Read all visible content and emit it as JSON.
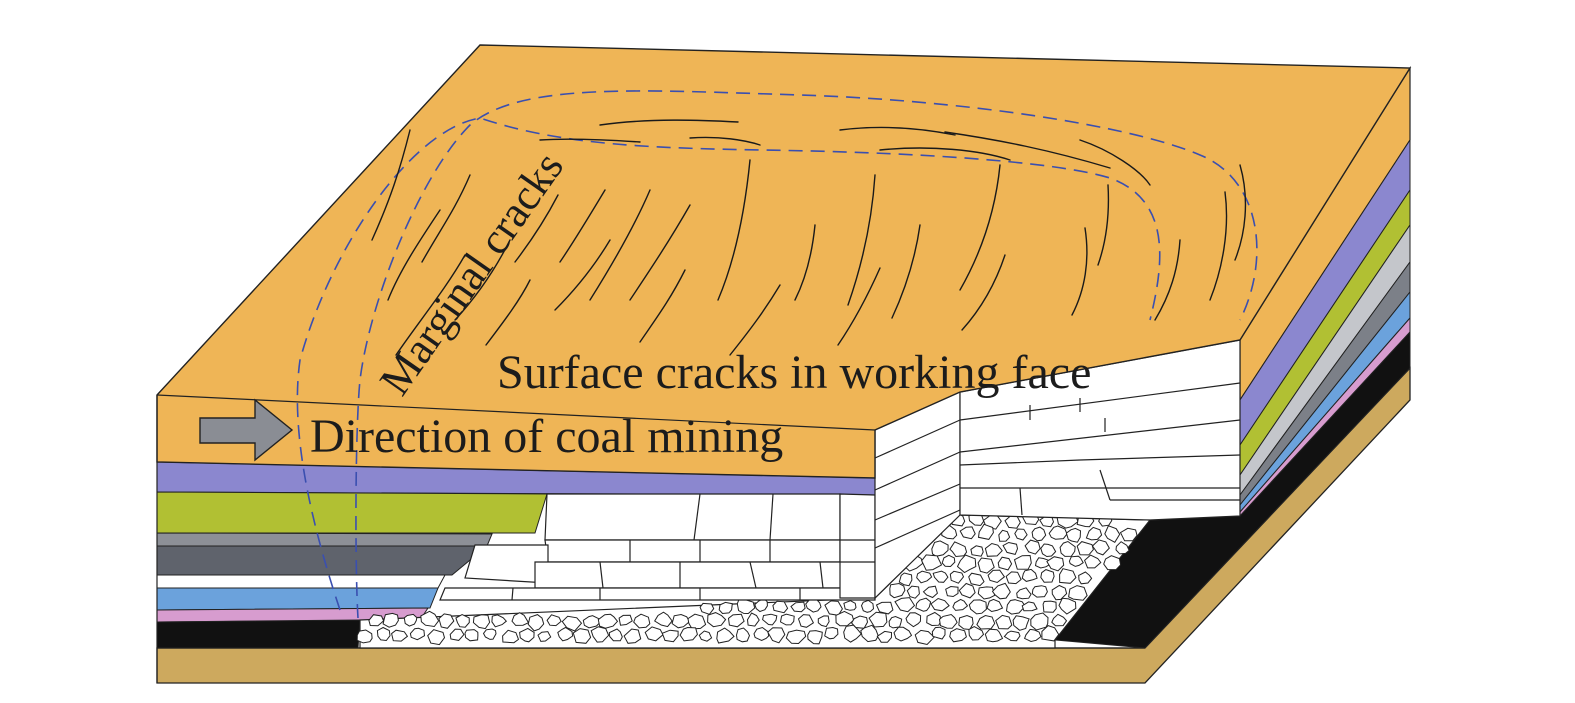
{
  "labels": {
    "marginal_cracks": "Marginal cracks",
    "surface_cracks": "Surface cracks in working face",
    "direction": "Direction of coal mining"
  },
  "colors": {
    "topsoil": "#efb556",
    "layer_purple": "#8b87cf",
    "layer_green": "#b1c033",
    "layer_lightgray": "#c4c6cb",
    "layer_darkgray": "#7c8088",
    "layer_slate": "#5f636c",
    "layer_blue": "#6ba2dc",
    "layer_pink": "#d79ccf",
    "coal": "#111111",
    "floor": "#cda95e",
    "crack_outline": "#3a4fb0",
    "arrow": "#8a8d94"
  }
}
